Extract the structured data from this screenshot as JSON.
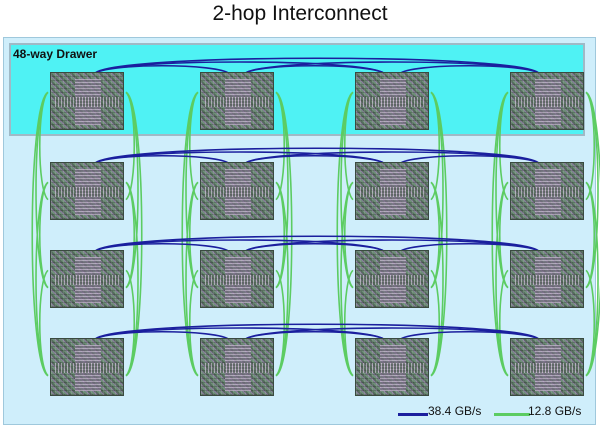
{
  "title": "2-hop Interconnect",
  "drawer": {
    "label": "48-way Drawer"
  },
  "grid": {
    "rows": 4,
    "cols": 4
  },
  "legend": [
    {
      "label": "38.4 GB/s",
      "color": "#1b1f9e"
    },
    {
      "label": "12.8 GB/s",
      "color": "#5ccc62"
    }
  ],
  "colors": {
    "row_link": "#1b1f9e",
    "column_link": "#5ccc62",
    "drawer_fill": "#4ff2f4",
    "outer_fill": "#cfeefb"
  }
}
